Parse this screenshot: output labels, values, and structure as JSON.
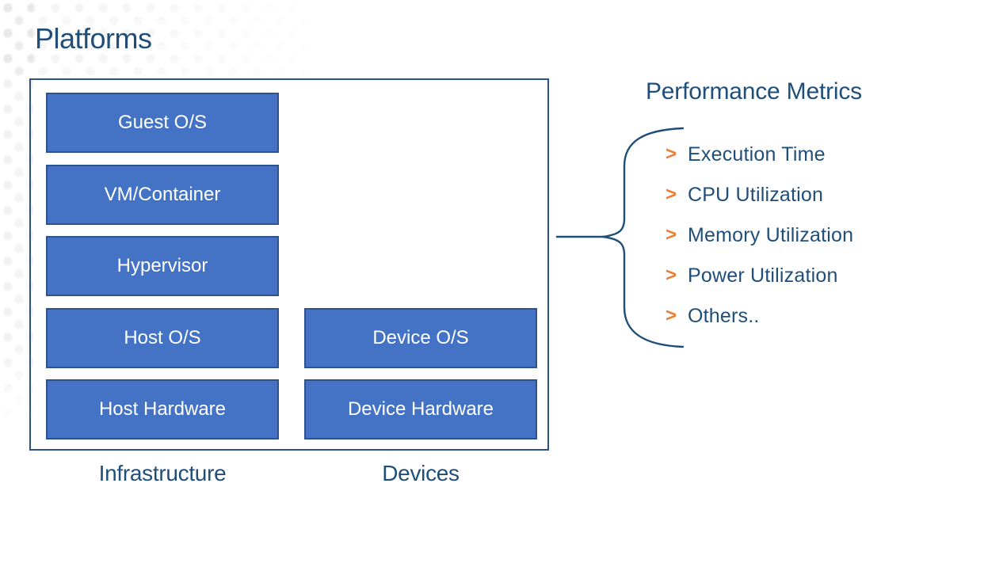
{
  "slide": {
    "title": "Platforms"
  },
  "diagram": {
    "columns": [
      {
        "label": "Infrastructure",
        "boxes": [
          "Guest O/S",
          "VM/Container",
          "Hypervisor",
          "Host O/S",
          "Host Hardware"
        ]
      },
      {
        "label": "Devices",
        "boxes": [
          "Device O/S",
          "Device Hardware"
        ]
      }
    ]
  },
  "metrics": {
    "heading": "Performance Metrics",
    "bullet_glyph": ">",
    "items": [
      "Execution Time",
      "CPU Utilization",
      "Memory Utilization",
      "Power Utilization",
      "Others.."
    ]
  },
  "colors": {
    "box_fill": "#4472C4",
    "box_border": "#2F528F",
    "frame_border": "#2E5287",
    "dark_blue_text": "#1F4E79",
    "bullet_orange": "#ED7D31",
    "box_text": "#FFFFFF"
  }
}
